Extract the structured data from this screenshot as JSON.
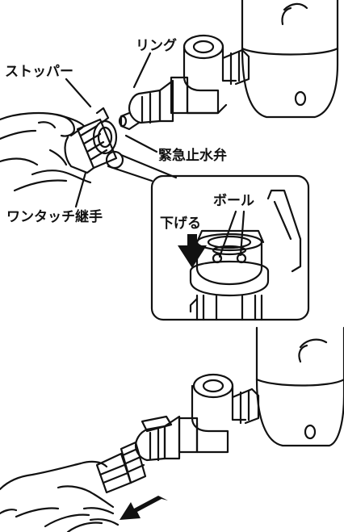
{
  "step1": {
    "labels": {
      "ring": "リング",
      "stopper": "ストッパー",
      "valve": "緊急止水弁",
      "joint": "ワンタッチ継手",
      "ball": "ボール",
      "lower": "下げる"
    }
  }
}
